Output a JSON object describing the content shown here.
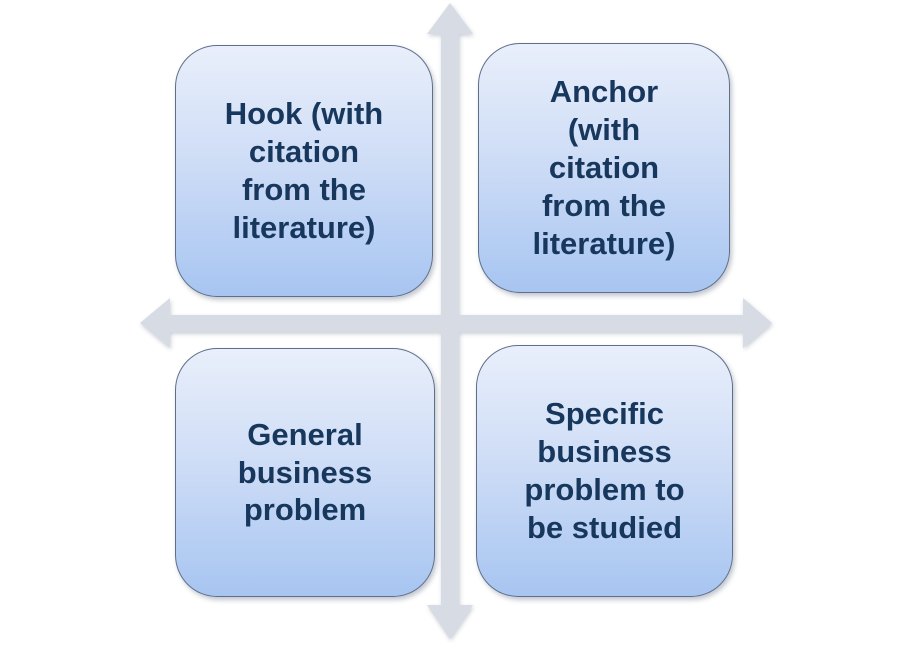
{
  "diagram": {
    "type": "quadrant-matrix",
    "colors": {
      "background": "#ffffff",
      "box_fill_top": "#e9effb",
      "box_fill_mid": "#cddcf6",
      "box_fill_bottom": "#a7c5f1",
      "box_border": "#5f6f88",
      "box_text": "#17375d",
      "arrow_fill": "#d7dbe4"
    },
    "quadrants": [
      {
        "position": "top-left",
        "label": "Hook (with\ncitation\nfrom the\nliterature)"
      },
      {
        "position": "top-right",
        "label": "Anchor\n(with\ncitation\nfrom the\nliterature)"
      },
      {
        "position": "bottom-left",
        "label": "General\nbusiness\nproblem"
      },
      {
        "position": "bottom-right",
        "label": "Specific\nbusiness\nproblem to\nbe studied"
      }
    ]
  }
}
